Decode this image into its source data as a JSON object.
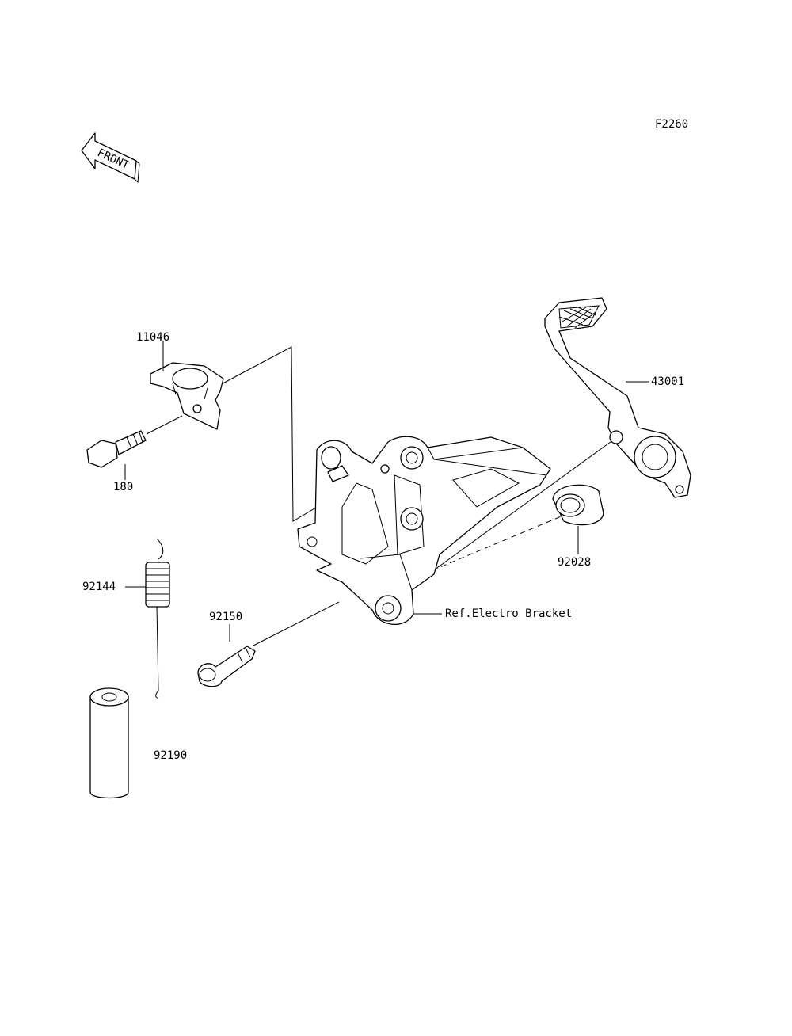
{
  "diagram": {
    "code": "F2260",
    "front_arrow": "FRONT",
    "ref_label": "Ref.Electro Bracket",
    "parts": {
      "p11046": "11046",
      "p180": "180",
      "p43001": "43001",
      "p92028": "92028",
      "p92144": "92144",
      "p92150": "92150",
      "p92190": "92190"
    }
  }
}
